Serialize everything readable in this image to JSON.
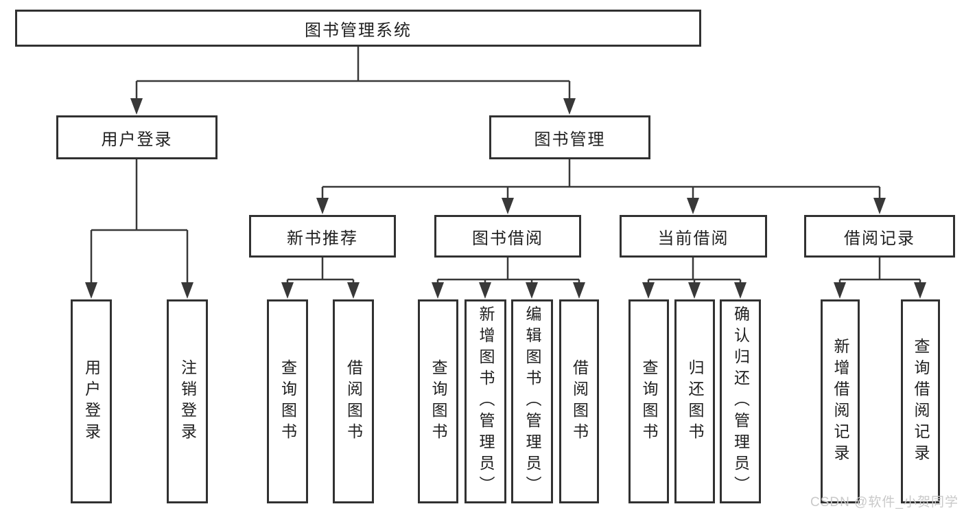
{
  "colors": {
    "background": "#ffffff",
    "line": "#383838",
    "box_border": "#313131",
    "text": "#1f1f1f",
    "watermark": "#c9c9c9"
  },
  "watermark": "CSDN @软件_小贺同学",
  "nodes": {
    "root": "图书管理系统",
    "level2": {
      "user_login": "用户登录",
      "book_mgmt": "图书管理"
    },
    "level3": {
      "new_books": "新书推荐",
      "book_borrow": "图书借阅",
      "current_borrow": "当前借阅",
      "borrow_records": "借阅记录"
    },
    "leaves": {
      "user_login_login": "用户登录",
      "user_login_logout": "注销登录",
      "new_books_query": "查询图书",
      "new_books_borrow": "借阅图书",
      "book_borrow_query": "查询图书",
      "book_borrow_add": "新增图书（管理员）",
      "book_borrow_edit": "编辑图书（管理员）",
      "book_borrow_borrow": "借阅图书",
      "current_query": "查询图书",
      "current_return": "归还图书",
      "current_confirm": "确认归还（管理员）",
      "records_add": "新增借阅记录",
      "records_query": "查询借阅记录"
    }
  }
}
